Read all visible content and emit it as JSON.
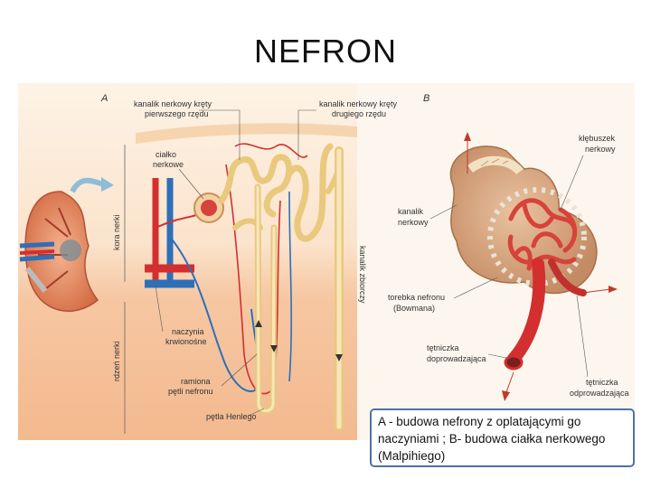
{
  "title": "NEFRON",
  "panels": {
    "a": {
      "letter": "A",
      "labels": {
        "proximal_tubule": [
          "kanalik nerkowy kręty",
          "pierwszego rzędu"
        ],
        "distal_tubule": [
          "kanalik nerkowy kręty",
          "drugiego rzędu"
        ],
        "renal_corpuscle": [
          "ciałko",
          "nerkowe"
        ],
        "blood_vessels": [
          "naczynia",
          "krwionośne"
        ],
        "loop_limb": [
          "ramiona",
          "pętli nefronu"
        ],
        "henle_loop": "pętla Henlego",
        "cortex": "kora nerki",
        "medulla": "rdzeń nerki",
        "collecting_duct": "kanalik zbiorczy"
      }
    },
    "b": {
      "letter": "B",
      "labels": {
        "glomerulus": [
          "kłębuszek",
          "nerkowy"
        ],
        "tubule": [
          "kanalik",
          "nerkowy"
        ],
        "bowman_capsule": [
          "torebka nefronu",
          "(Bowmana)"
        ],
        "afferent_arteriole": [
          "tętniczka",
          "doprowadzająca"
        ],
        "efferent_arteriole": [
          "tętniczka",
          "odprowadzająca"
        ]
      }
    }
  },
  "caption": "A - budowa nefrony z oplatającymi go naczyniami ; B- budowa ciałka nerkowego (Malpihiego)",
  "colors": {
    "cortex_bg": "#fbeedd",
    "medulla_bg": "#f5c8a6",
    "tubule": "#f2dca0",
    "artery": "#d32f2f",
    "vein": "#2e6fb8",
    "caption_border": "#4f72a8"
  }
}
